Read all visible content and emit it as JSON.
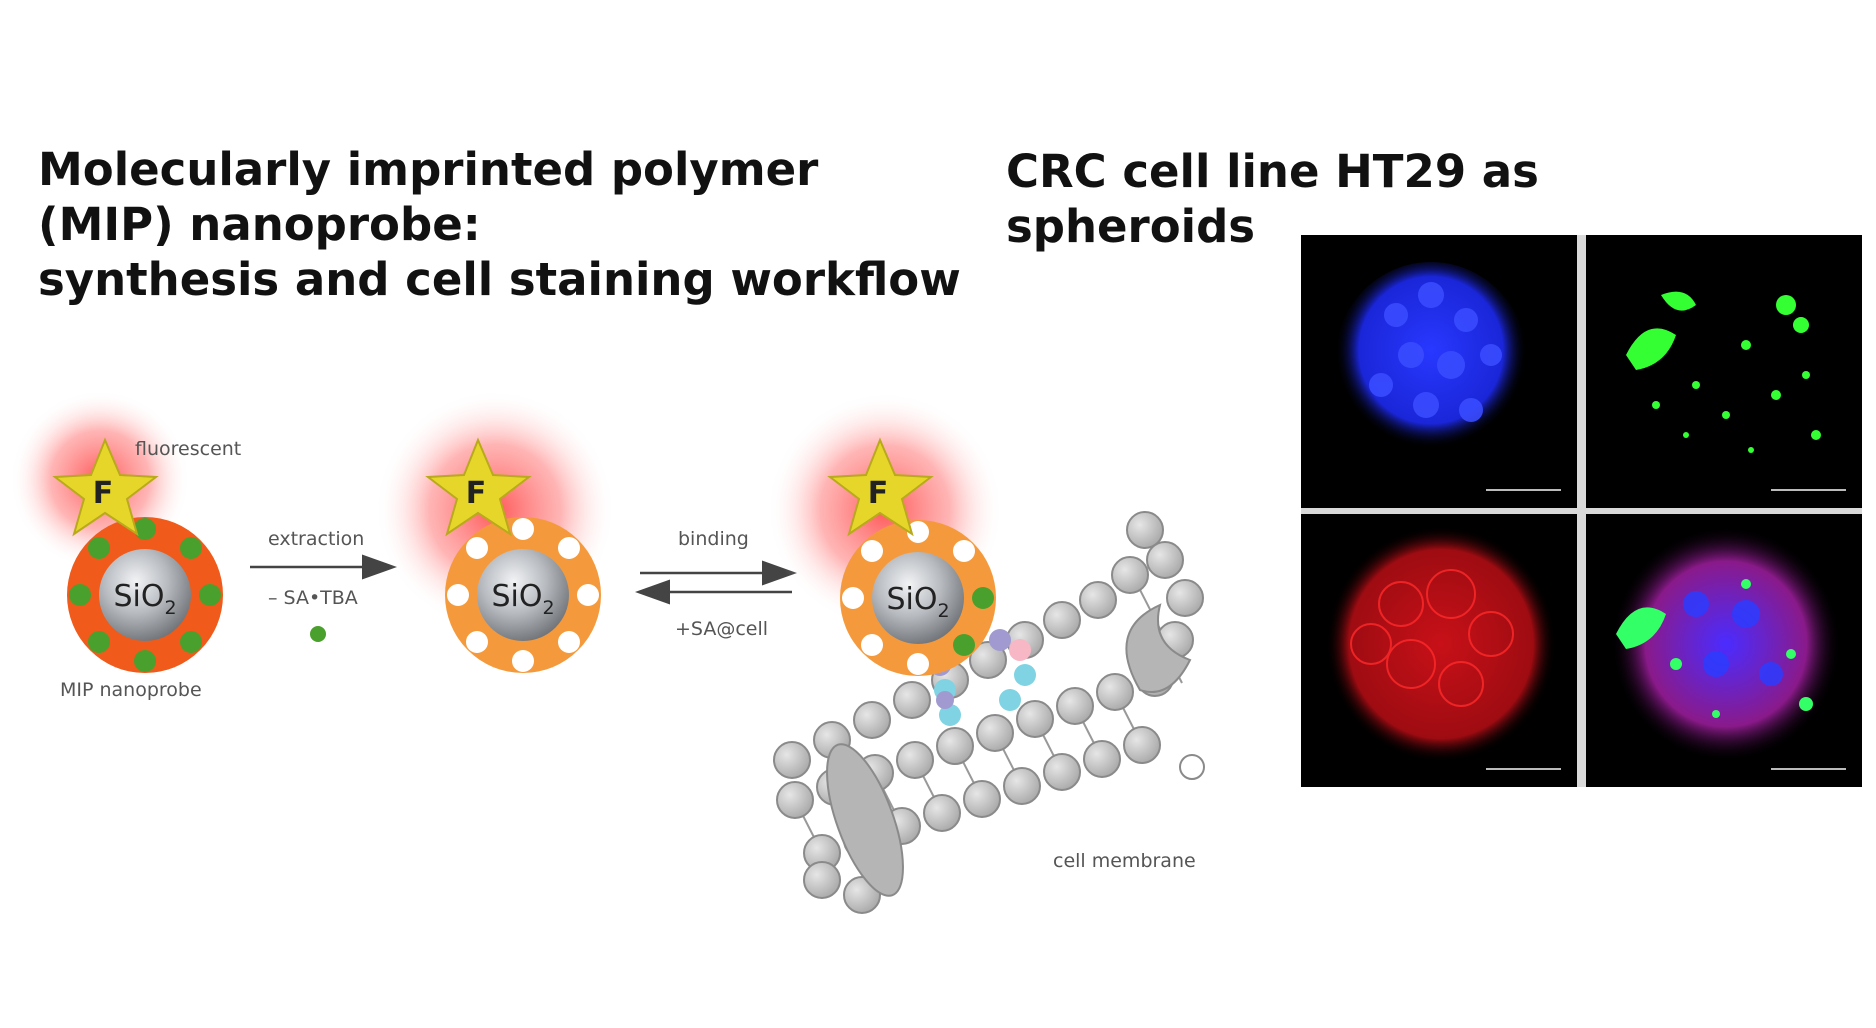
{
  "left_title": {
    "line1": "Molecularly imprinted polymer",
    "line2": "(MIP) nanoprobe:",
    "line3": "synthesis and cell staining workflow"
  },
  "right_title": {
    "line1": "CRC cell line HT29 as",
    "line2": "spheroids"
  },
  "diagram": {
    "fluorophore_letter": "F",
    "fluorescent_label": "fluorescent",
    "core_label": "SiO",
    "core_subscript": "2",
    "mip_label": "MIP nanoprobe",
    "extraction_label": "extraction",
    "removal_label": "– SA•TBA",
    "binding_label": "binding",
    "cell_binding_label": "+SA@cell",
    "membrane_label": "cell membrane"
  },
  "colors": {
    "shell": "#f26a1b",
    "core": "#9fa3a8",
    "template": "#4aa02c",
    "star": "#e6d629",
    "glow": "#ff5a5a",
    "lipid": "#c8c8c8"
  },
  "micrographs": [
    {
      "channel": "blue",
      "color": "#1a2cff"
    },
    {
      "channel": "green",
      "color": "#33ff33"
    },
    {
      "channel": "red",
      "color": "#e0141c"
    },
    {
      "channel": "merge",
      "color": "#6f3cff"
    }
  ]
}
